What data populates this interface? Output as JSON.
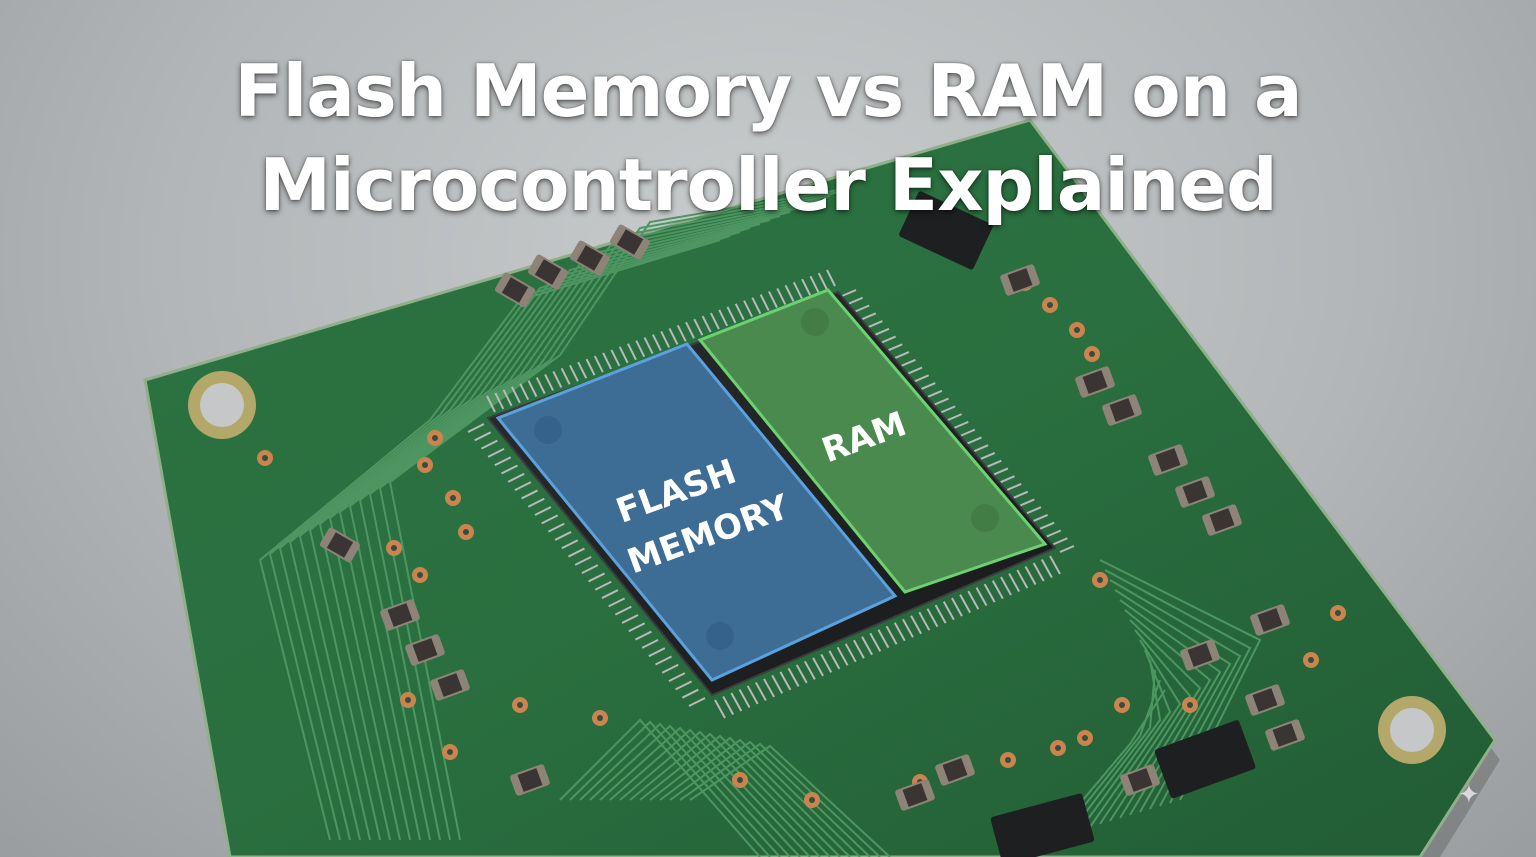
{
  "title": {
    "line1": "Flash Memory vs RAM on a",
    "line2": "Microcontroller Explained"
  },
  "chip": {
    "flash_label_line1": "FLASH",
    "flash_label_line2": "MEMORY",
    "ram_label": "RAM"
  },
  "colors": {
    "pcb": "#2f7a45",
    "pcb_dark": "#1f5a32",
    "trace": "#4f9a63",
    "chip_body": "#222426",
    "flash_region": "#3f6e97",
    "flash_border": "#5aa2de",
    "ram_region": "#4a8a4e",
    "ram_border": "#6cd16f",
    "pad_copper": "#c9854d",
    "component": "#a79c8f",
    "background": "#b8bbbd"
  },
  "icons": {
    "watermark": "sparkle-icon"
  }
}
